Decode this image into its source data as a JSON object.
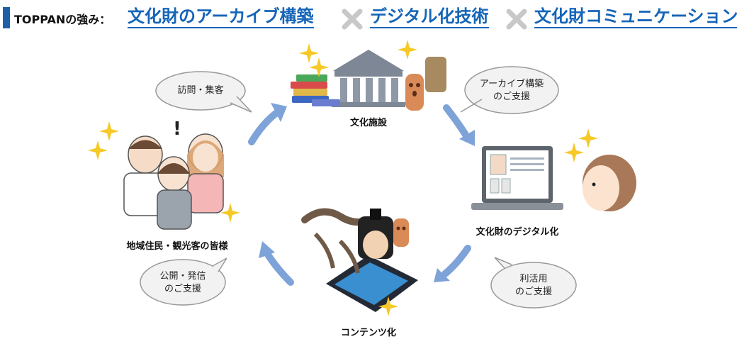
{
  "header": {
    "brand": "TOPPANの強み：",
    "keyword1": "文化財のアーカイブ構築",
    "keyword2": "デジタル化技術",
    "keyword3": "文化財コミュニケーション",
    "accent_color": "#1565b8",
    "bar_color": "#1f5fa8",
    "cross_icon": "cross-icon"
  },
  "nodes": {
    "facility": "文化施設",
    "digitization": "文化財のデジタル化",
    "content": "コンテンツ化",
    "community": "地域住民・観光客の皆様"
  },
  "bubbles": {
    "visit": [
      "訪問・集客"
    ],
    "archive": [
      "アーカイブ構築",
      "のご支援"
    ],
    "use": [
      "利活用",
      "のご支援"
    ],
    "publish": [
      "公開・発信",
      "のご支援"
    ]
  },
  "colors": {
    "arrow": "#7ea3d8",
    "bubble_fill": "#f2f2f2",
    "bubble_stroke": "#999999",
    "sparkle": "#f6c928"
  }
}
